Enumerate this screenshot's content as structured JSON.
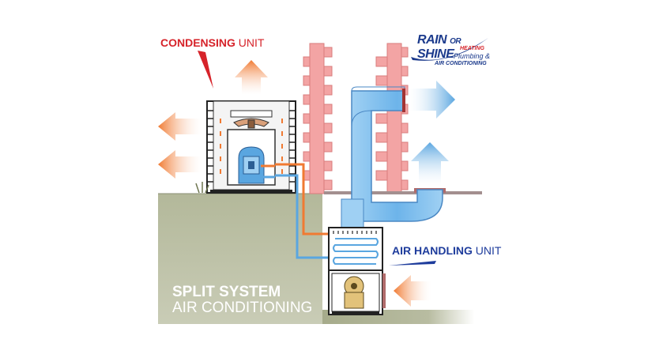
{
  "labels": {
    "condensing_bold": "CONDENSING",
    "condensing_rest": "UNIT",
    "air_handling_bold": "AIR HANDLING",
    "air_handling_rest": "UNIT",
    "split_line1": "SPLIT SYSTEM",
    "split_line2": "AIR CONDITIONING"
  },
  "logo": {
    "brand_word1": "RAIN",
    "brand_or": "OR",
    "brand_word2": "SHINE",
    "heating": "HEATING",
    "plumbing": "Plumbing &",
    "air_conditioning": "AIR CONDITIONING"
  },
  "colors": {
    "hot": "#f07a32",
    "cool": "#5aa6e0",
    "brick": "#ef9a9a",
    "ground": "#a9ae8f",
    "label_red": "#d6232a",
    "label_blue": "#1e3c9c"
  }
}
